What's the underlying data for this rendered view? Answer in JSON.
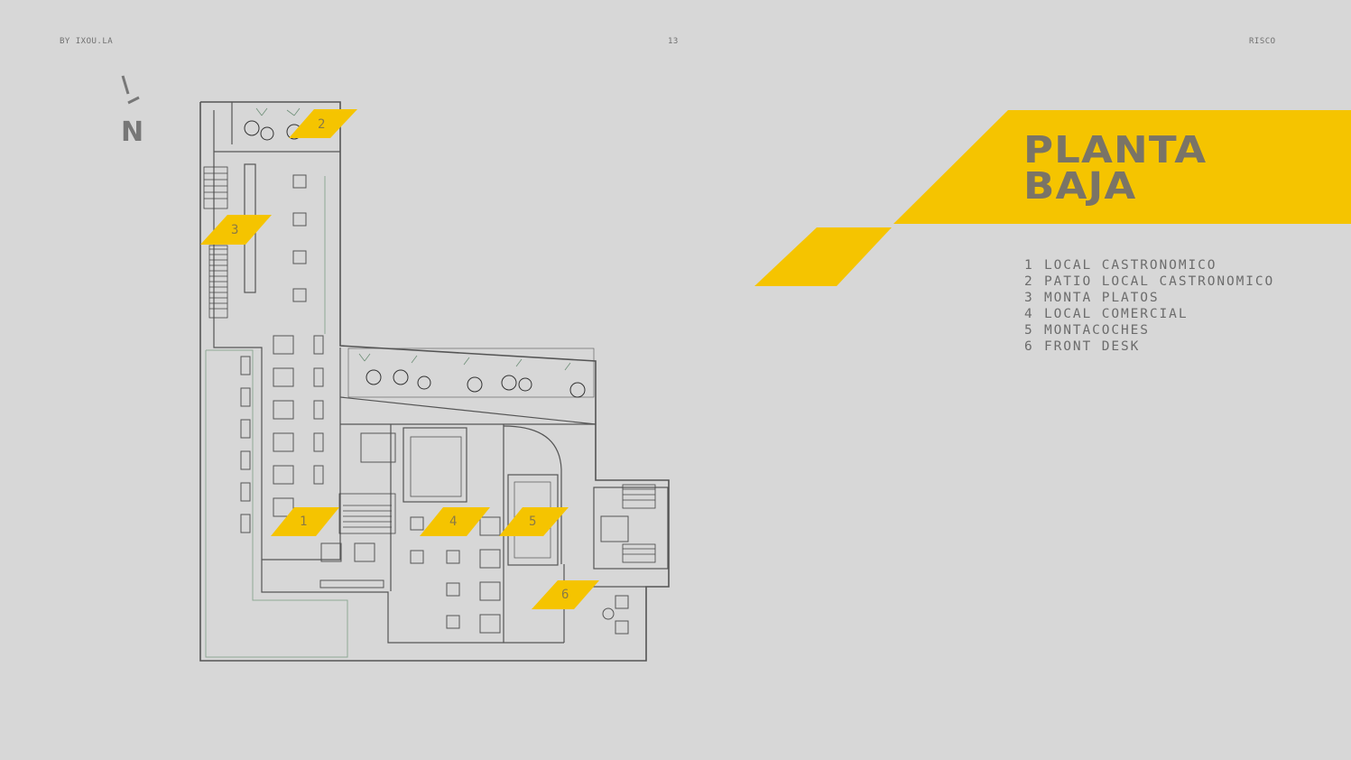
{
  "header": {
    "left": "BY IXOU.LA",
    "page": "13",
    "right": "RISCO"
  },
  "north": {
    "label": "N"
  },
  "title": {
    "line1": "PLANTA",
    "line2": "BAJA"
  },
  "legend": [
    {
      "num": "1",
      "label": "LOCAL CASTRONOMICO"
    },
    {
      "num": "2",
      "label": "PATIO LOCAL CASTRONOMICO"
    },
    {
      "num": "3",
      "label": "MONTA PLATOS"
    },
    {
      "num": "4",
      "label": "LOCAL COMERCIAL"
    },
    {
      "num": "5",
      "label": "MONTACOCHES"
    },
    {
      "num": "6",
      "label": "FRONT DESK"
    }
  ],
  "markers": [
    "1",
    "2",
    "3",
    "4",
    "5",
    "6"
  ],
  "colors": {
    "accent": "#f5c400",
    "background": "#d7d7d7",
    "line": "#555555",
    "greenline": "#8fa896",
    "title": "#7a7466"
  }
}
